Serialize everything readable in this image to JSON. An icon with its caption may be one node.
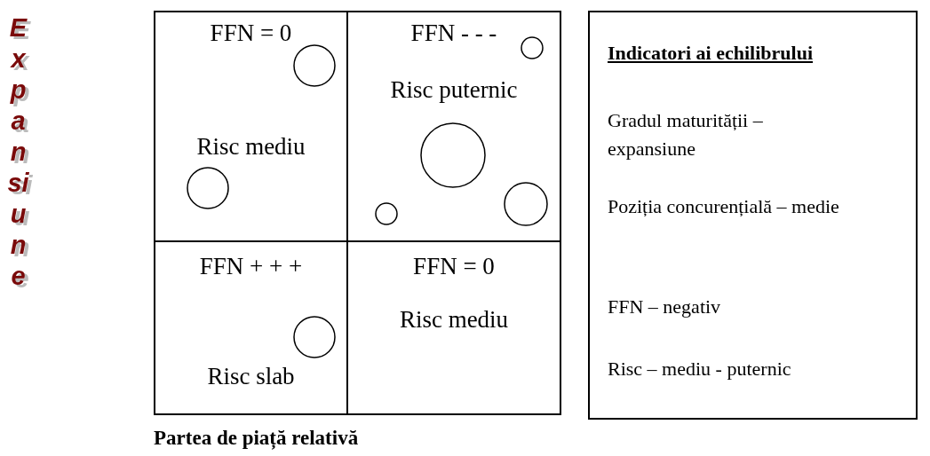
{
  "diagram": {
    "nodes": [
      {
        "text": [
          "FFN = 0",
          "Risc mediu"
        ]
      },
      {
        "text": [
          "FFN - - -",
          "Risc puternic"
        ]
      },
      {
        "text": [
          "FFN + + +",
          "Risc slab"
        ]
      },
      {
        "text": [
          "FFN = 0",
          "Risc mediu"
        ]
      },
      {
        "text": [],
        "shape": "circle",
        "in": 0
      },
      {
        "text": [],
        "shape": "circle",
        "in": 0
      },
      {
        "text": [],
        "shape": "circle",
        "in": 1
      },
      {
        "text": [],
        "shape": "circle",
        "in": 1
      },
      {
        "text": [],
        "shape": "circle",
        "in": 1
      },
      {
        "text": [],
        "shape": "circle",
        "in": 1
      },
      {
        "text": [],
        "shape": "circle",
        "in": 2
      },
      {
        "text": [
          "Indicatori ai echilibrului",
          "Gradul maturității – expansiune",
          "Poziția concurențială – medie",
          "FFN – negativ",
          "Risc – mediu - puternic"
        ]
      }
    ],
    "labels": [
      "Expansiune",
      "Partea de piață relativă"
    ]
  }
}
